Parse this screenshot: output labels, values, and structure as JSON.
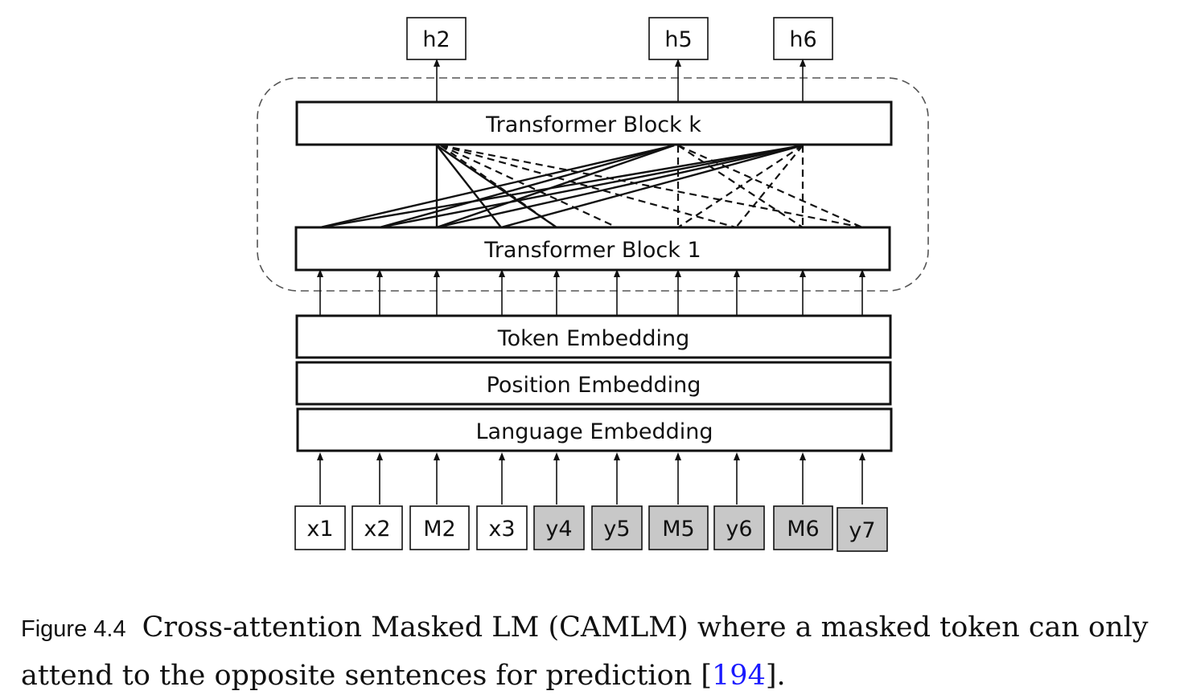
{
  "outputs": [
    "h2",
    "h5",
    "h6"
  ],
  "blocks": {
    "top": "Transformer Block k",
    "bottom": "Transformer Block 1",
    "token_embedding": "Token Embedding",
    "position_embedding": "Position Embedding",
    "language_embedding": "Language Embedding"
  },
  "inputs": [
    {
      "label": "x1",
      "shaded": false
    },
    {
      "label": "x2",
      "shaded": false
    },
    {
      "label": "M2",
      "shaded": false
    },
    {
      "label": "x3",
      "shaded": false
    },
    {
      "label": "y4",
      "shaded": true
    },
    {
      "label": "y5",
      "shaded": true
    },
    {
      "label": "M5",
      "shaded": true
    },
    {
      "label": "y6",
      "shaded": true
    },
    {
      "label": "M6",
      "shaded": true
    },
    {
      "label": "y7",
      "shaded": true
    }
  ],
  "caption": {
    "label": "Figure 4.4",
    "text_before": "Cross-attention Masked LM (CAMLM) where a masked token can only attend to the opposite sentences for prediction [",
    "ref": "194",
    "text_after": "]."
  },
  "colors": {
    "shaded_fill": "#c8c8c8",
    "stroke": "#111111",
    "link": "#1a1aff"
  }
}
